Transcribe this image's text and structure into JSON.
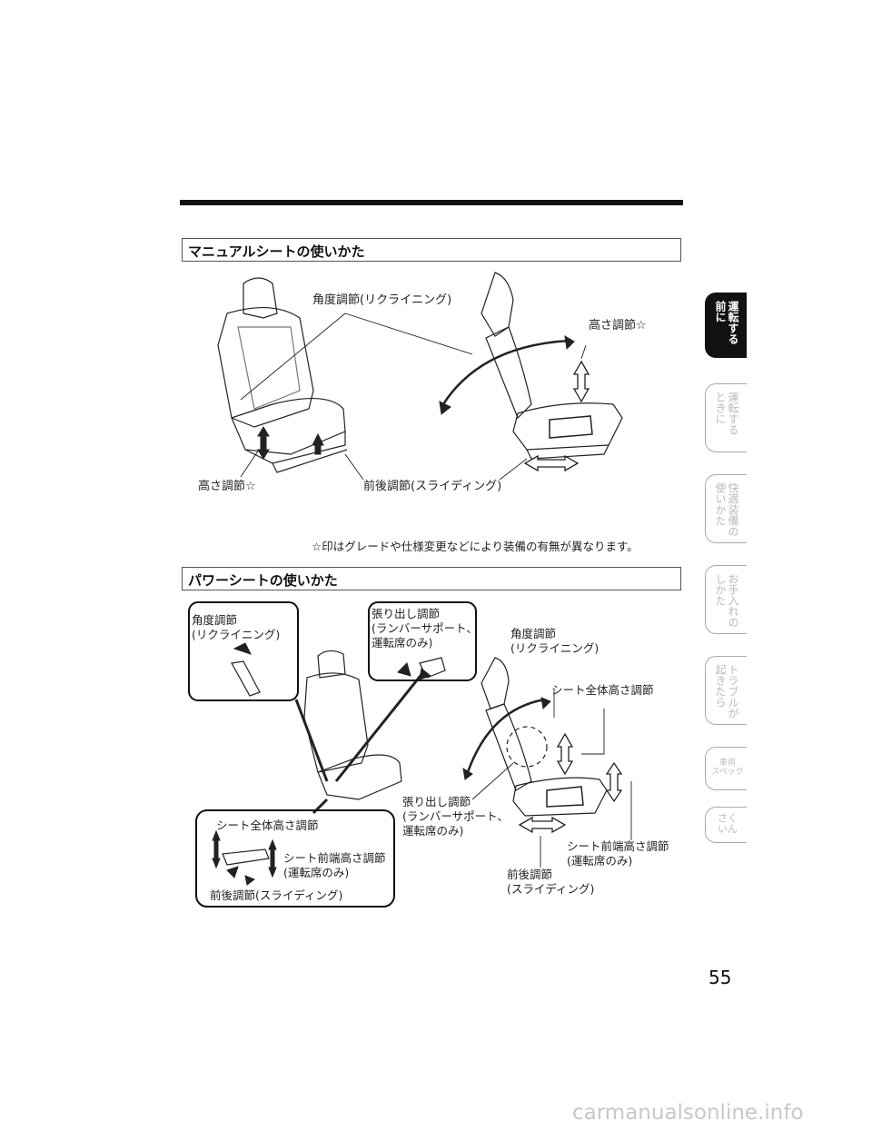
{
  "manual_section": {
    "title": "マニュアルシートの使いかた",
    "labels": {
      "recline": "角度調節(リクライニング)",
      "height_right": "高さ調節☆",
      "height_left": "高さ調節☆",
      "slide": "前後調節(スライディング)"
    },
    "note": "☆印はグレードや仕様変更などにより装備の有無が異なります。"
  },
  "power_section": {
    "title": "パワーシートの使いかた",
    "inset_recline": "角度調節\n(リクライニング)",
    "inset_lumbar": "張り出し調節\n(ランバーサポート、\n運転席のみ)",
    "recline": "角度調節\n(リクライニング)",
    "seat_height": "シート全体高さ調節",
    "lumbar": "張り出し調節\n(ランバーサポート、\n運転席のみ)",
    "slide": "前後調節\n(スライディング)",
    "front_height": "シート前端高さ調節\n(運転席のみ)",
    "switch_height": "シート全体高さ調節",
    "switch_front": "シート前端高さ調節\n(運転席のみ)",
    "switch_slide": "前後調節(スライディング)"
  },
  "side_tabs": [
    {
      "label": "運転する\n前に",
      "active": true
    },
    {
      "label": "運転する\nときに",
      "active": false
    },
    {
      "label": "快適装備の\n使いかた",
      "active": false
    },
    {
      "label": "お手入れの\nしかた",
      "active": false
    },
    {
      "label": "トラブルが\n起きたら",
      "active": false
    },
    {
      "label": "車両\nスペック",
      "active": false
    },
    {
      "label": "さく\nいん",
      "active": false
    }
  ],
  "page_number": "55",
  "watermark": "carmanualsonline.info"
}
